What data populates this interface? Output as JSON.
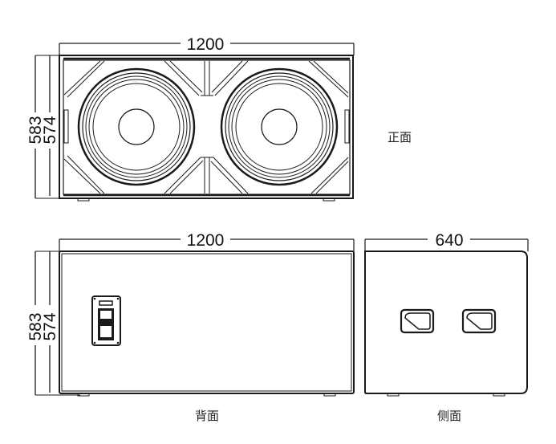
{
  "front_view": {
    "label": "正面",
    "width_dim": "1200",
    "height_outer_dim": "583",
    "height_inner_dim": "574"
  },
  "back_view": {
    "label": "背面",
    "width_dim": "1200",
    "height_outer_dim": "583",
    "height_inner_dim": "574"
  },
  "side_view": {
    "label": "侧面",
    "depth_dim": "640"
  },
  "colors": {
    "line": "#1a1a1a",
    "background": "#ffffff"
  }
}
